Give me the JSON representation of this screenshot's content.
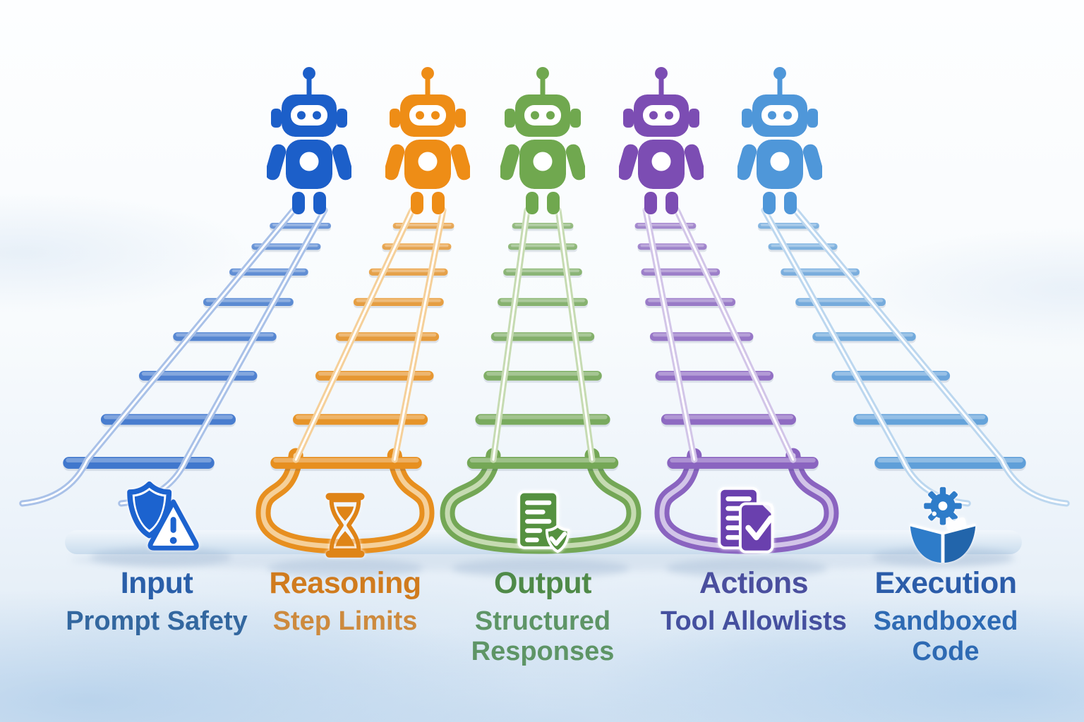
{
  "diagram": {
    "description": "Five robots on railway tracks, each track ending at a safety-control icon with a label",
    "lanes": [
      {
        "id": "input",
        "title": "Input",
        "subtitle": "Prompt Safety",
        "icon": "shield-warning-icon",
        "colors": {
          "robot": "#1b5fc9",
          "track": "#4077cd",
          "rail": "#a9c1e8",
          "title": "#2a5fa9",
          "subtitle": "#33679f",
          "icon_primary": "#1e63cf"
        }
      },
      {
        "id": "reasoning",
        "title": "Reasoning",
        "subtitle": "Step Limits",
        "icon": "hourglass-icon",
        "colors": {
          "robot": "#ee8d15",
          "track": "#e78f1f",
          "rail": "#f5d09a",
          "title": "#d07b1e",
          "subtitle": "#cd8a3e",
          "icon_primary": "#df8413"
        }
      },
      {
        "id": "output",
        "title": "Output",
        "subtitle": "Structured Responses",
        "icon": "document-check-icon",
        "colors": {
          "robot": "#6fa84f",
          "track": "#74a756",
          "rail": "#c6dbb2",
          "title": "#4f8a48",
          "subtitle": "#5e9566",
          "icon_primary": "#55913f"
        }
      },
      {
        "id": "actions",
        "title": "Actions",
        "subtitle": "Tool Allowlists",
        "icon": "checklist-check-icon",
        "colors": {
          "robot": "#7b4db3",
          "track": "#8a64c0",
          "rail": "#d2c5e8",
          "title": "#4a4f9e",
          "subtitle": "#45509f",
          "icon_primary": "#6b3fae"
        }
      },
      {
        "id": "execution",
        "title": "Execution",
        "subtitle": "Sandboxed Code",
        "icon": "sandbox-gear-icon",
        "colors": {
          "robot": "#4f97d9",
          "track": "#5f9fd9",
          "rail": "#bcd7ef",
          "title": "#2b5ca9",
          "subtitle": "#2e6ab3",
          "icon_primary": "#2e7bc9"
        }
      }
    ]
  }
}
